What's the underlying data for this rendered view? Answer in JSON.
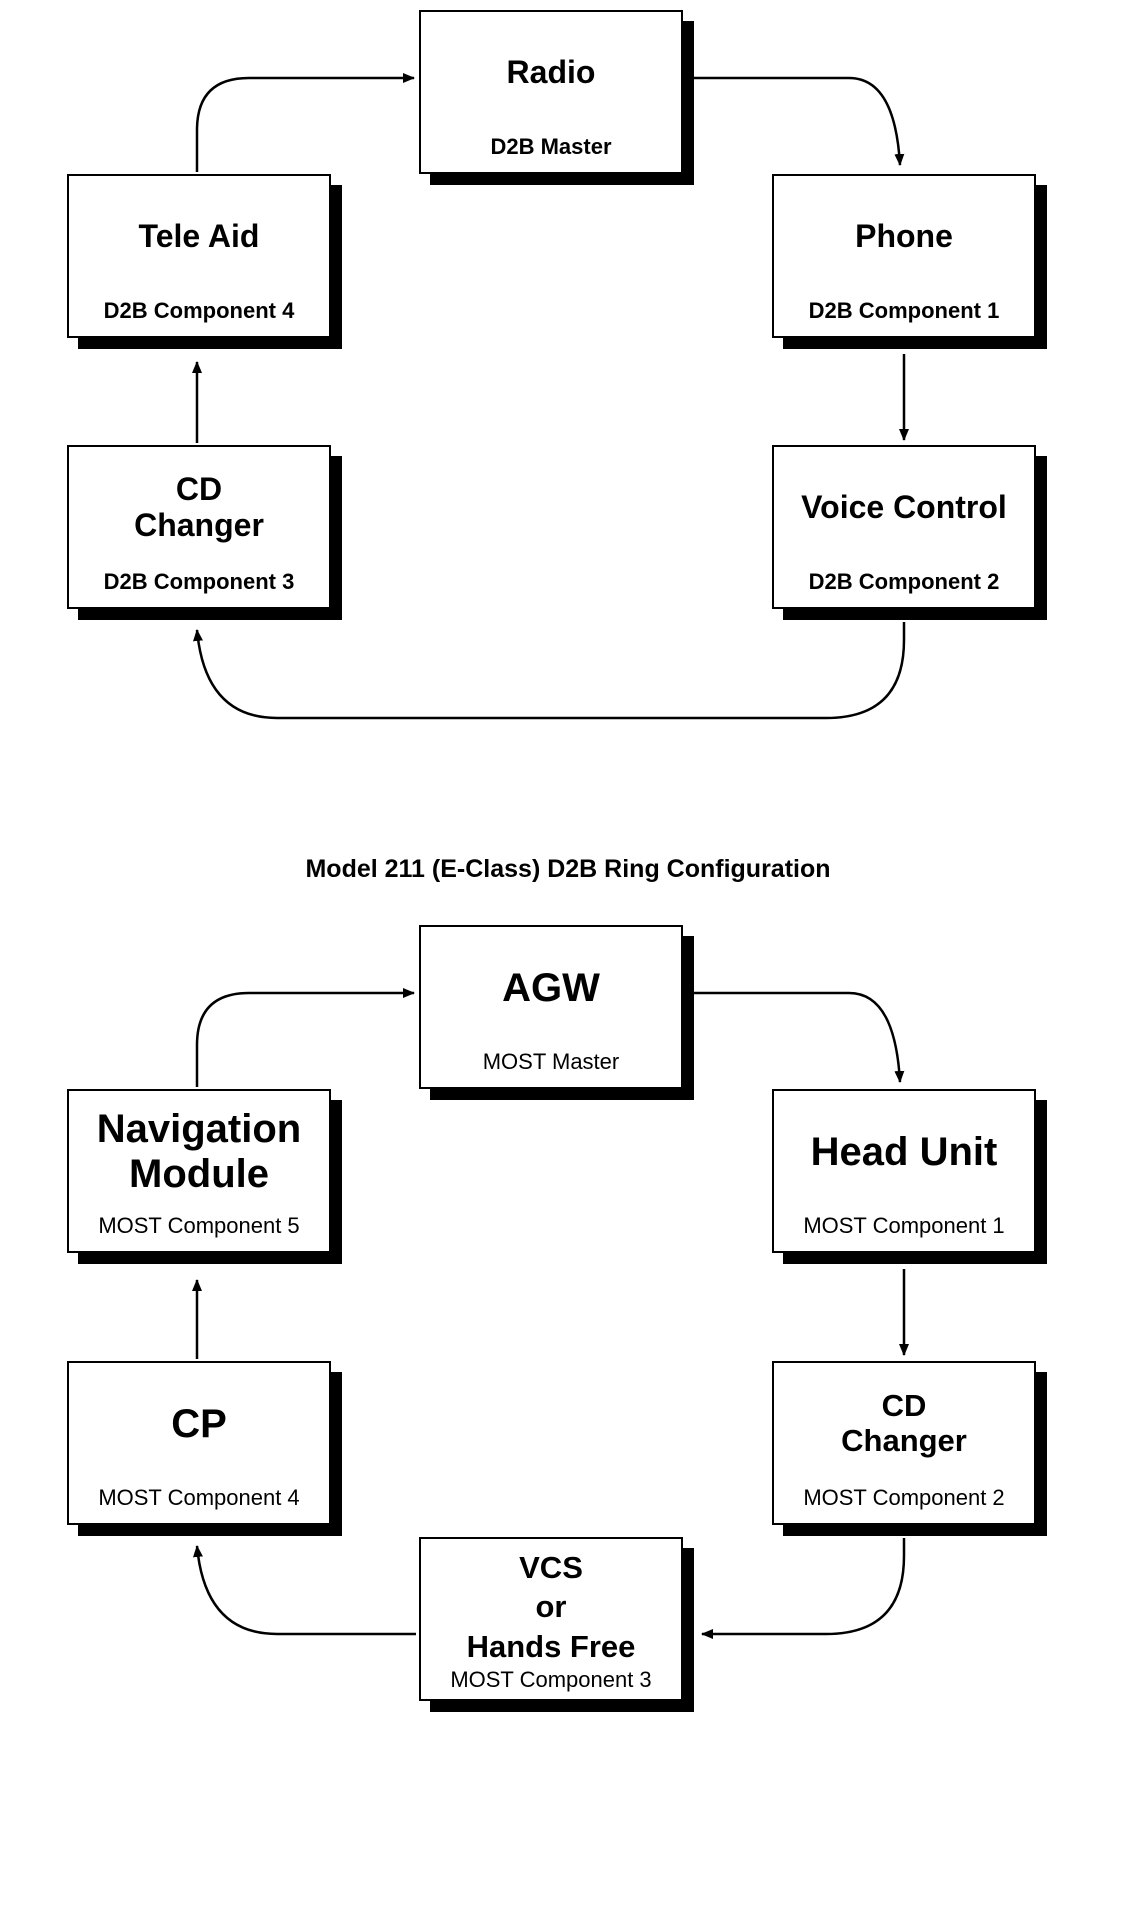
{
  "caption": "Model 211 (E-Class) D2B Ring Configuration",
  "d2b_ring": {
    "radio": {
      "name": [
        "Radio"
      ],
      "role": "D2B Master"
    },
    "phone": {
      "name": [
        "Phone"
      ],
      "role": "D2B Component 1"
    },
    "voice": {
      "name": [
        "Voice Control"
      ],
      "role": "D2B Component 2"
    },
    "cd": {
      "name": [
        "CD",
        "Changer"
      ],
      "role": "D2B Component 3"
    },
    "tele": {
      "name": [
        "Tele Aid"
      ],
      "role": "D2B Component 4"
    }
  },
  "most_ring": {
    "agw": {
      "name": [
        "AGW"
      ],
      "role": "MOST Master"
    },
    "head": {
      "name": [
        "Head Unit"
      ],
      "role": "MOST Component 1"
    },
    "cd": {
      "name": [
        "CD",
        "Changer"
      ],
      "role": "MOST Component 2"
    },
    "vcs": {
      "name": [
        "VCS",
        "or",
        "Hands Free"
      ],
      "role": "MOST Component 3"
    },
    "cp": {
      "name": [
        "CP"
      ],
      "role": "MOST Component 4"
    },
    "nav": {
      "name": [
        "Navigation",
        "Module"
      ],
      "role": "MOST Component 5"
    }
  }
}
